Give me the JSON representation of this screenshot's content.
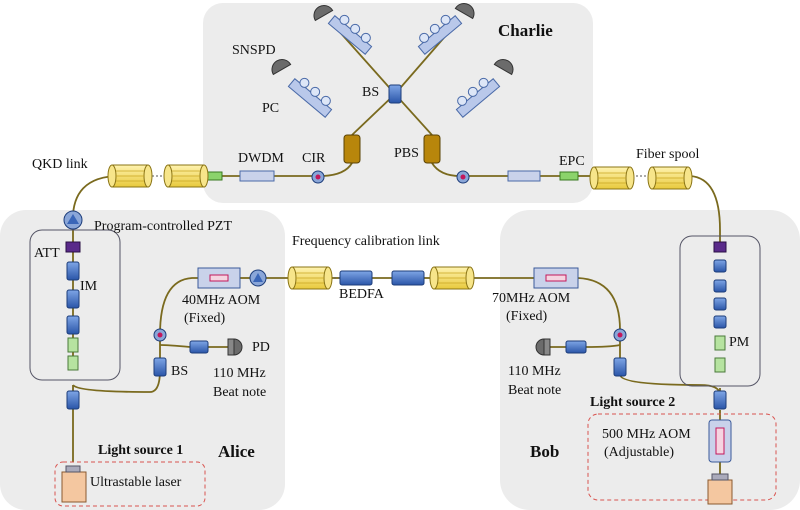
{
  "panels": {
    "charlie": "Charlie",
    "alice": "Alice",
    "bob": "Bob"
  },
  "labels": {
    "snspd": "SNSPD",
    "pc": "PC",
    "bs_charlie": "BS",
    "pbs": "PBS",
    "cir": "CIR",
    "dwdm": "DWDM",
    "qkd_link": "QKD link",
    "epc": "EPC",
    "fiber_spool": "Fiber spool",
    "pzt": "Program-controlled PZT",
    "freq_link": "Frequency calibration link",
    "att": "ATT",
    "im": "IM",
    "aom40": "40MHz AOM",
    "aom40_fixed": "(Fixed)",
    "pd": "PD",
    "bs_alice": "BS",
    "beat_alice_1": "110 MHz",
    "beat_alice_2": "Beat note",
    "bedfa": "BEDFA",
    "aom70": "70MHz AOM",
    "aom70_fixed": "(Fixed)",
    "beat_bob_1": "110 MHz",
    "beat_bob_2": "Beat note",
    "pm": "PM",
    "light_source_1": "Light source 1",
    "ultrastable_laser": "Ultrastable laser",
    "light_source_2": "Light source 2",
    "aom500": "500 MHz AOM",
    "aom500_adj": "(Adjustable)"
  },
  "colors": {
    "panel_fill": "#ececec",
    "fiber": "#7a6a1e",
    "spool": "#f5e27a",
    "component_blue": "#3a66b8",
    "aom_fill": "#c9d2ea",
    "dashed_red": "#d9534f"
  }
}
